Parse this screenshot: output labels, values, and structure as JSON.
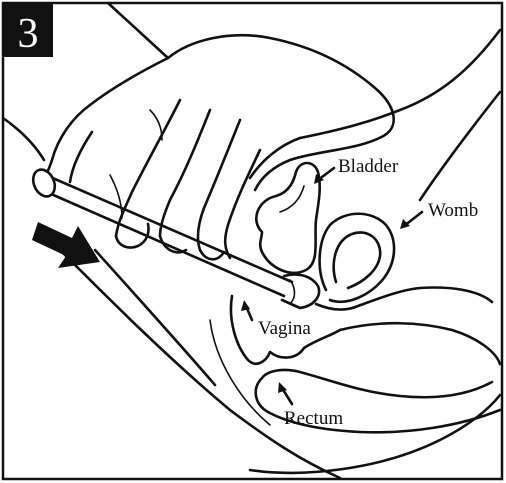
{
  "figure": {
    "step_number": "3",
    "labels": {
      "bladder": "Bladder",
      "womb": "Womb",
      "vagina": "Vagina",
      "rectum": "Rectum"
    },
    "icons": [
      "insertion-arrow-icon"
    ]
  }
}
